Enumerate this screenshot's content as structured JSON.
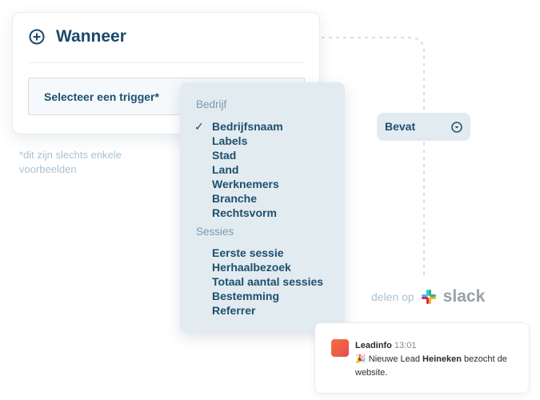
{
  "card": {
    "title": "Wanneer",
    "trigger_placeholder": "Selecteer een trigger*"
  },
  "note": "*dit zijn slechts enkele voorbeelden",
  "dropdown": {
    "groups": [
      {
        "label": "Bedrijf",
        "items": [
          "Bedrijfsnaam",
          "Labels",
          "Stad",
          "Land",
          "Werknemers",
          "Branche",
          "Rechtsvorm"
        ],
        "selected": "Bedrijfsnaam"
      },
      {
        "label": "Sessies",
        "items": [
          "Eerste sessie",
          "Herhaalbezoek",
          "Totaal aantal sessies",
          "Bestemming",
          "Referrer"
        ]
      }
    ]
  },
  "condition": {
    "label": "Bevat"
  },
  "share": {
    "label": "delen op",
    "brand": "slack"
  },
  "message": {
    "sender": "Leadinfo",
    "time": "13:01",
    "emoji": "🎉",
    "text_before": "Nieuwe Lead",
    "company": "Heineken",
    "text_after": "bezocht de website."
  }
}
